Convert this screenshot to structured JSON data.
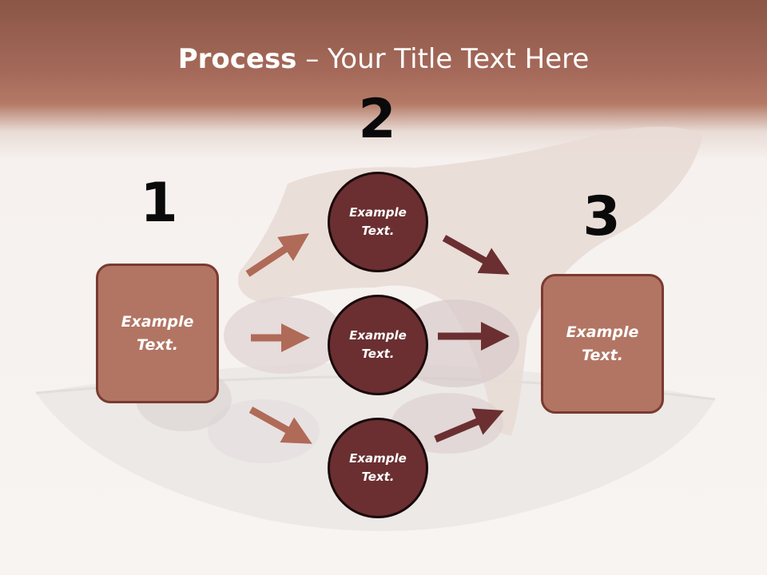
{
  "title": {
    "bold": "Process",
    "rest": " – Your Title Text Here"
  },
  "steps": [
    {
      "number": "1"
    },
    {
      "number": "2"
    },
    {
      "number": "3"
    }
  ],
  "boxes": {
    "left": "Example\nText.",
    "right": "Example\nText."
  },
  "circles": [
    "Example\nText.",
    "Example\nText.",
    "Example\nText."
  ],
  "colors": {
    "header": "#a5695a",
    "box_fill": "#b27563",
    "box_border": "#7a3a30",
    "circle_fill": "#6b2f31",
    "arrow_light": "#b06a58",
    "arrow_dark": "#6b2f31"
  }
}
